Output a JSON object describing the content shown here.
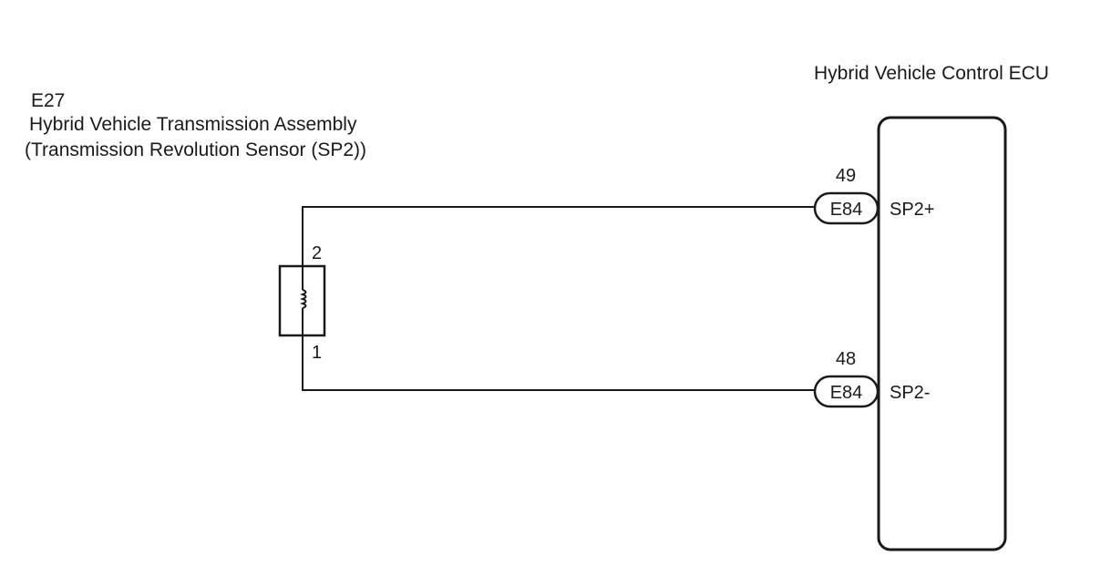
{
  "sensor": {
    "connector_code": "E27",
    "name": "Hybrid Vehicle Transmission Assembly",
    "sub_name": "(Transmission Revolution Sensor (SP2))",
    "pin_top": "2",
    "pin_bottom": "1",
    "symbol": "coil-icon"
  },
  "ecu": {
    "name": "Hybrid Vehicle Control ECU",
    "terminals": [
      {
        "pin": "49",
        "connector": "E84",
        "signal": "SP2+"
      },
      {
        "pin": "48",
        "connector": "E84",
        "signal": "SP2-"
      }
    ]
  }
}
